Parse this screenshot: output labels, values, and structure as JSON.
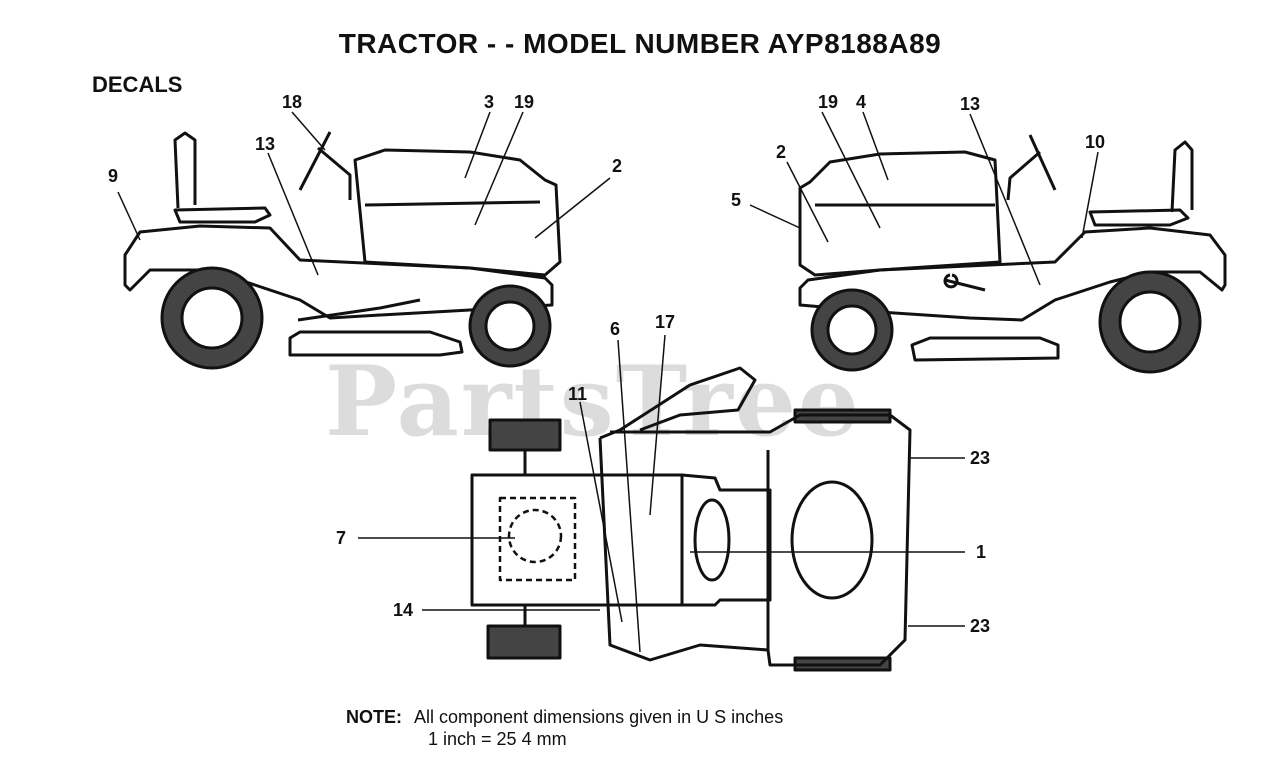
{
  "title": "TRACTOR - - MODEL NUMBER AYP8188A89",
  "section": "DECALS",
  "watermark": "PartsTree",
  "callouts": {
    "left_view": [
      "9",
      "18",
      "13",
      "3",
      "19",
      "2"
    ],
    "right_view": [
      "19",
      "4",
      "13",
      "2",
      "5",
      "10"
    ],
    "top_view": [
      "6",
      "17",
      "11",
      "7",
      "14",
      "1",
      "23",
      "23"
    ]
  },
  "note": {
    "label": "NOTE:",
    "line1": "All component dimensions given in U S  inches",
    "line2": "1 inch = 25 4 mm"
  }
}
